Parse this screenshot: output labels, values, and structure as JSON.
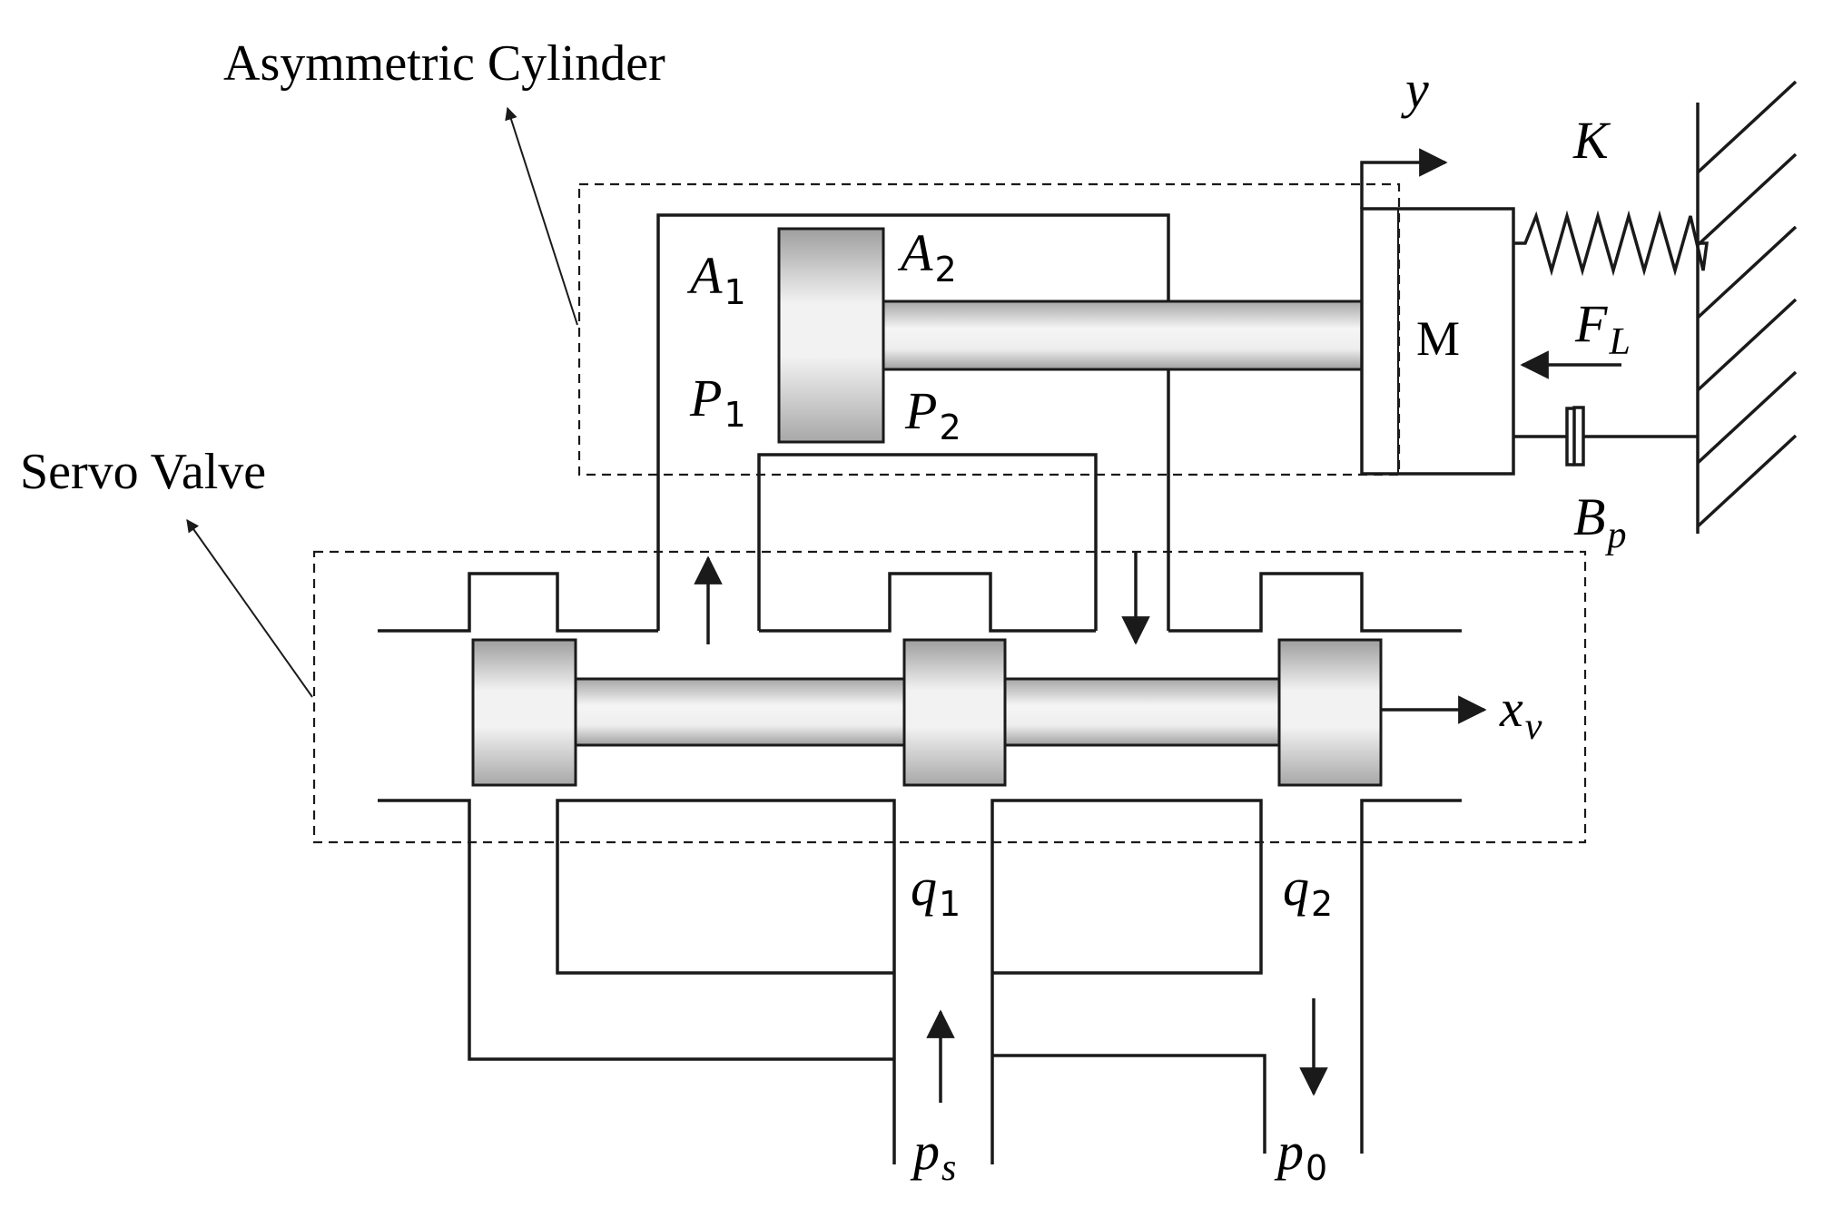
{
  "labels": {
    "cylinder_title": "Asymmetric Cylinder",
    "valve_title": "Servo Valve",
    "mass": "M"
  },
  "symbols": {
    "y": "y",
    "K": "K",
    "A1": {
      "main": "A",
      "sub": "1"
    },
    "A2": {
      "main": "A",
      "sub": "2"
    },
    "P1": {
      "main": "P",
      "sub": "1"
    },
    "P2": {
      "main": "P",
      "sub": "2"
    },
    "FL": {
      "main": "F",
      "sub": "L"
    },
    "Bp": {
      "main": "B",
      "sub": "p"
    },
    "xv": {
      "main": "x",
      "sub": "v"
    },
    "q1": {
      "main": "q",
      "sub": "1"
    },
    "q2": {
      "main": "q",
      "sub": "2"
    },
    "ps": {
      "main": "p",
      "sub": "s"
    },
    "p0": {
      "main": "p",
      "sub": "0"
    }
  },
  "colors": {
    "line": "#1a1a1a",
    "part_light": "#f4f4f4",
    "part_dark": "#b8b8b8"
  }
}
